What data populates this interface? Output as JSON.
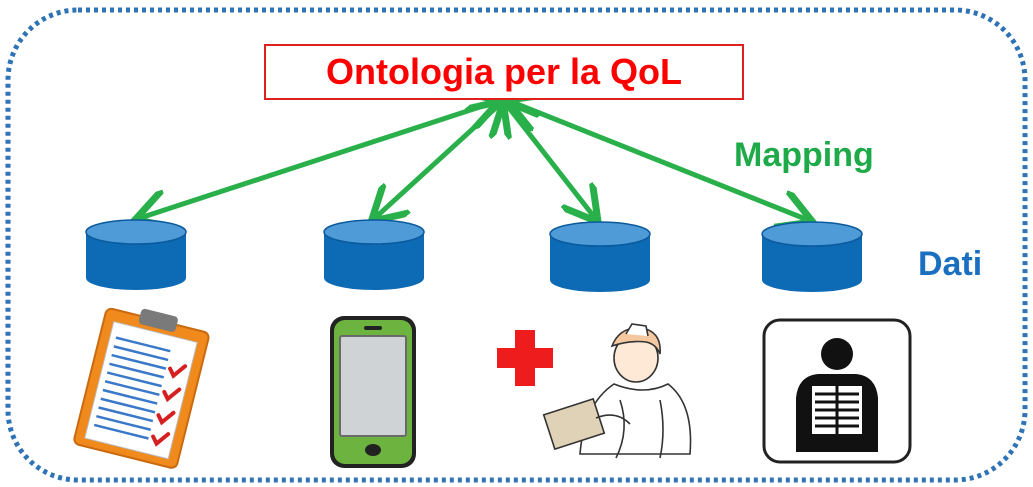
{
  "title": "Ontologia per la QoL",
  "mapping_label": "Mapping",
  "data_label": "Dati",
  "colors": {
    "title_text": "#ff0000",
    "title_border": "#e0201c",
    "arrows": "#2ab04a",
    "mapping_text": "#1faa4a",
    "data_text": "#1a6fc0",
    "cylinder_fill": "#0d6ab4",
    "cylinder_top": "#4f9bd8",
    "frame_dots": "#2d73b6",
    "cross": "#ee1c1c"
  },
  "sources": [
    {
      "icon": "clipboard-checklist-icon"
    },
    {
      "icon": "smartphone-icon"
    },
    {
      "icon": "medical-cross-nurse-icon"
    },
    {
      "icon": "chest-xray-icon"
    }
  ]
}
